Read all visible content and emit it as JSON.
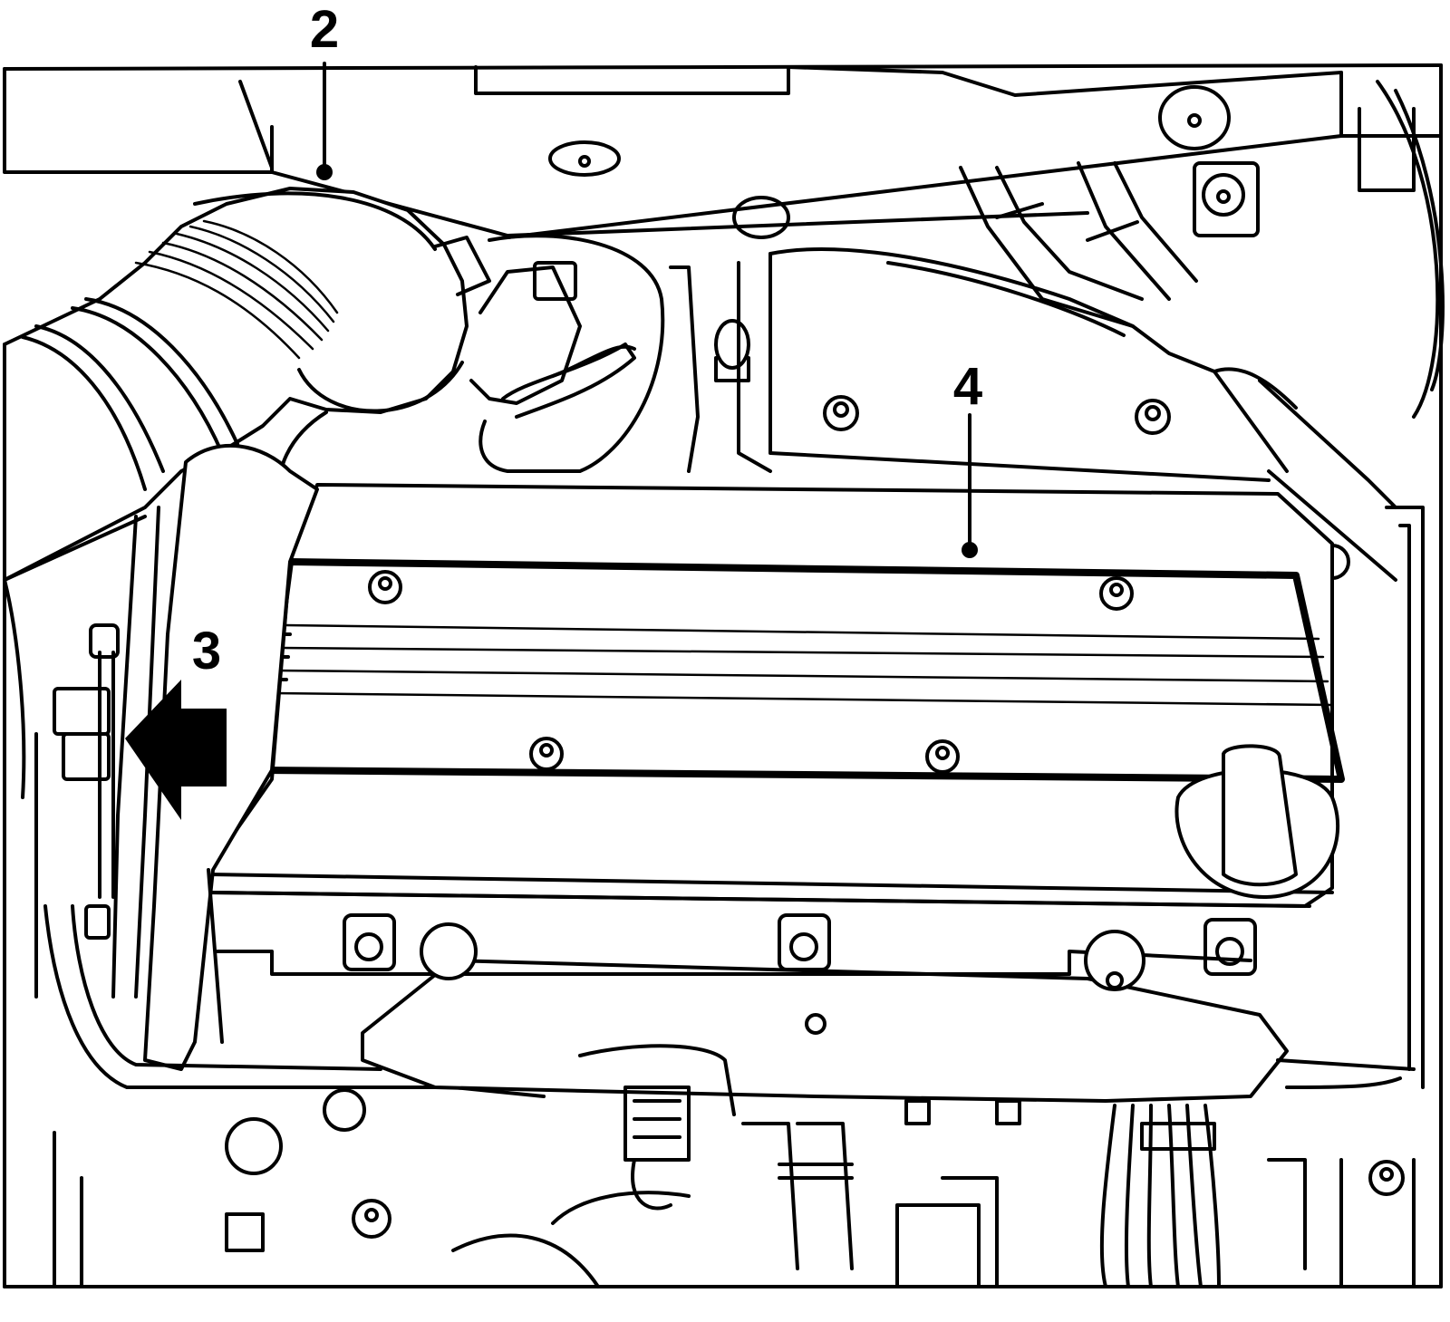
{
  "callouts": {
    "air_hose": "2",
    "direction": "3",
    "engine_cover": "4"
  },
  "icons": {
    "direction_arrow": "arrow-left-icon"
  }
}
